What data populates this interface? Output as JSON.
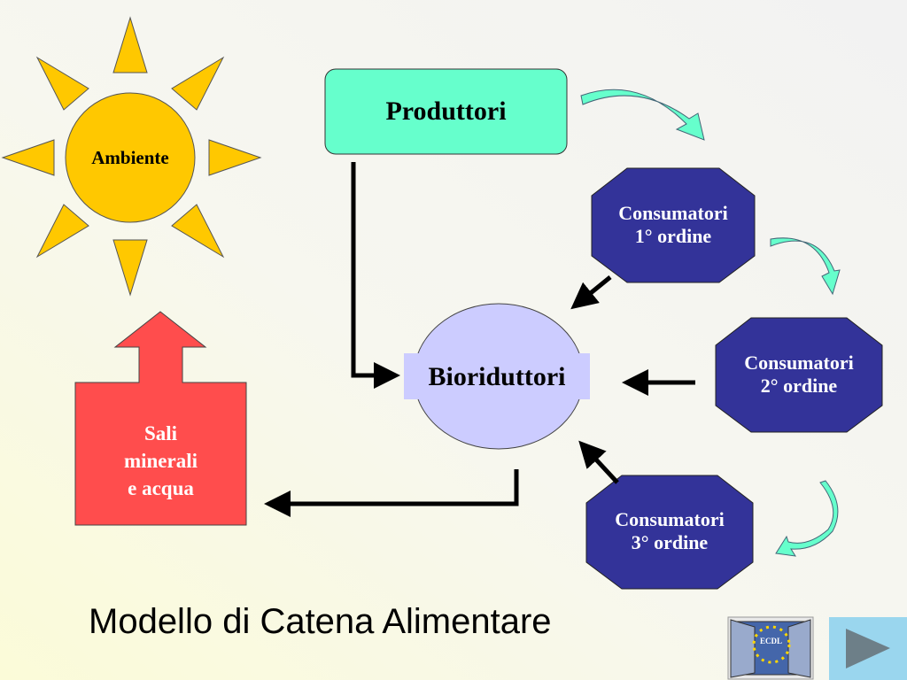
{
  "diagram": {
    "sun_label": "Ambiente",
    "producers": "Produttori",
    "consumers1": [
      "Consumatori",
      "1° ordine"
    ],
    "consumers2": [
      "Consumatori",
      "2° ordine"
    ],
    "consumers3": [
      "Consumatori",
      "3° ordine"
    ],
    "decomposers": "Bioriduttori",
    "minerals": [
      "Sali",
      "minerali",
      "e acqua"
    ]
  },
  "title": "Modello di Catena Alimentare",
  "nav": {
    "logo_text": "ECDL",
    "next_icon": "play-next-icon",
    "logo_icon": "ecdl-window-icon"
  },
  "colors": {
    "sun": "#ffc800",
    "producers": "#66ffcc",
    "consumers": "#333399",
    "decomposers": "#ccccff",
    "minerals": "#ff4d4d",
    "cycle_arrows": "#66ffcc"
  }
}
